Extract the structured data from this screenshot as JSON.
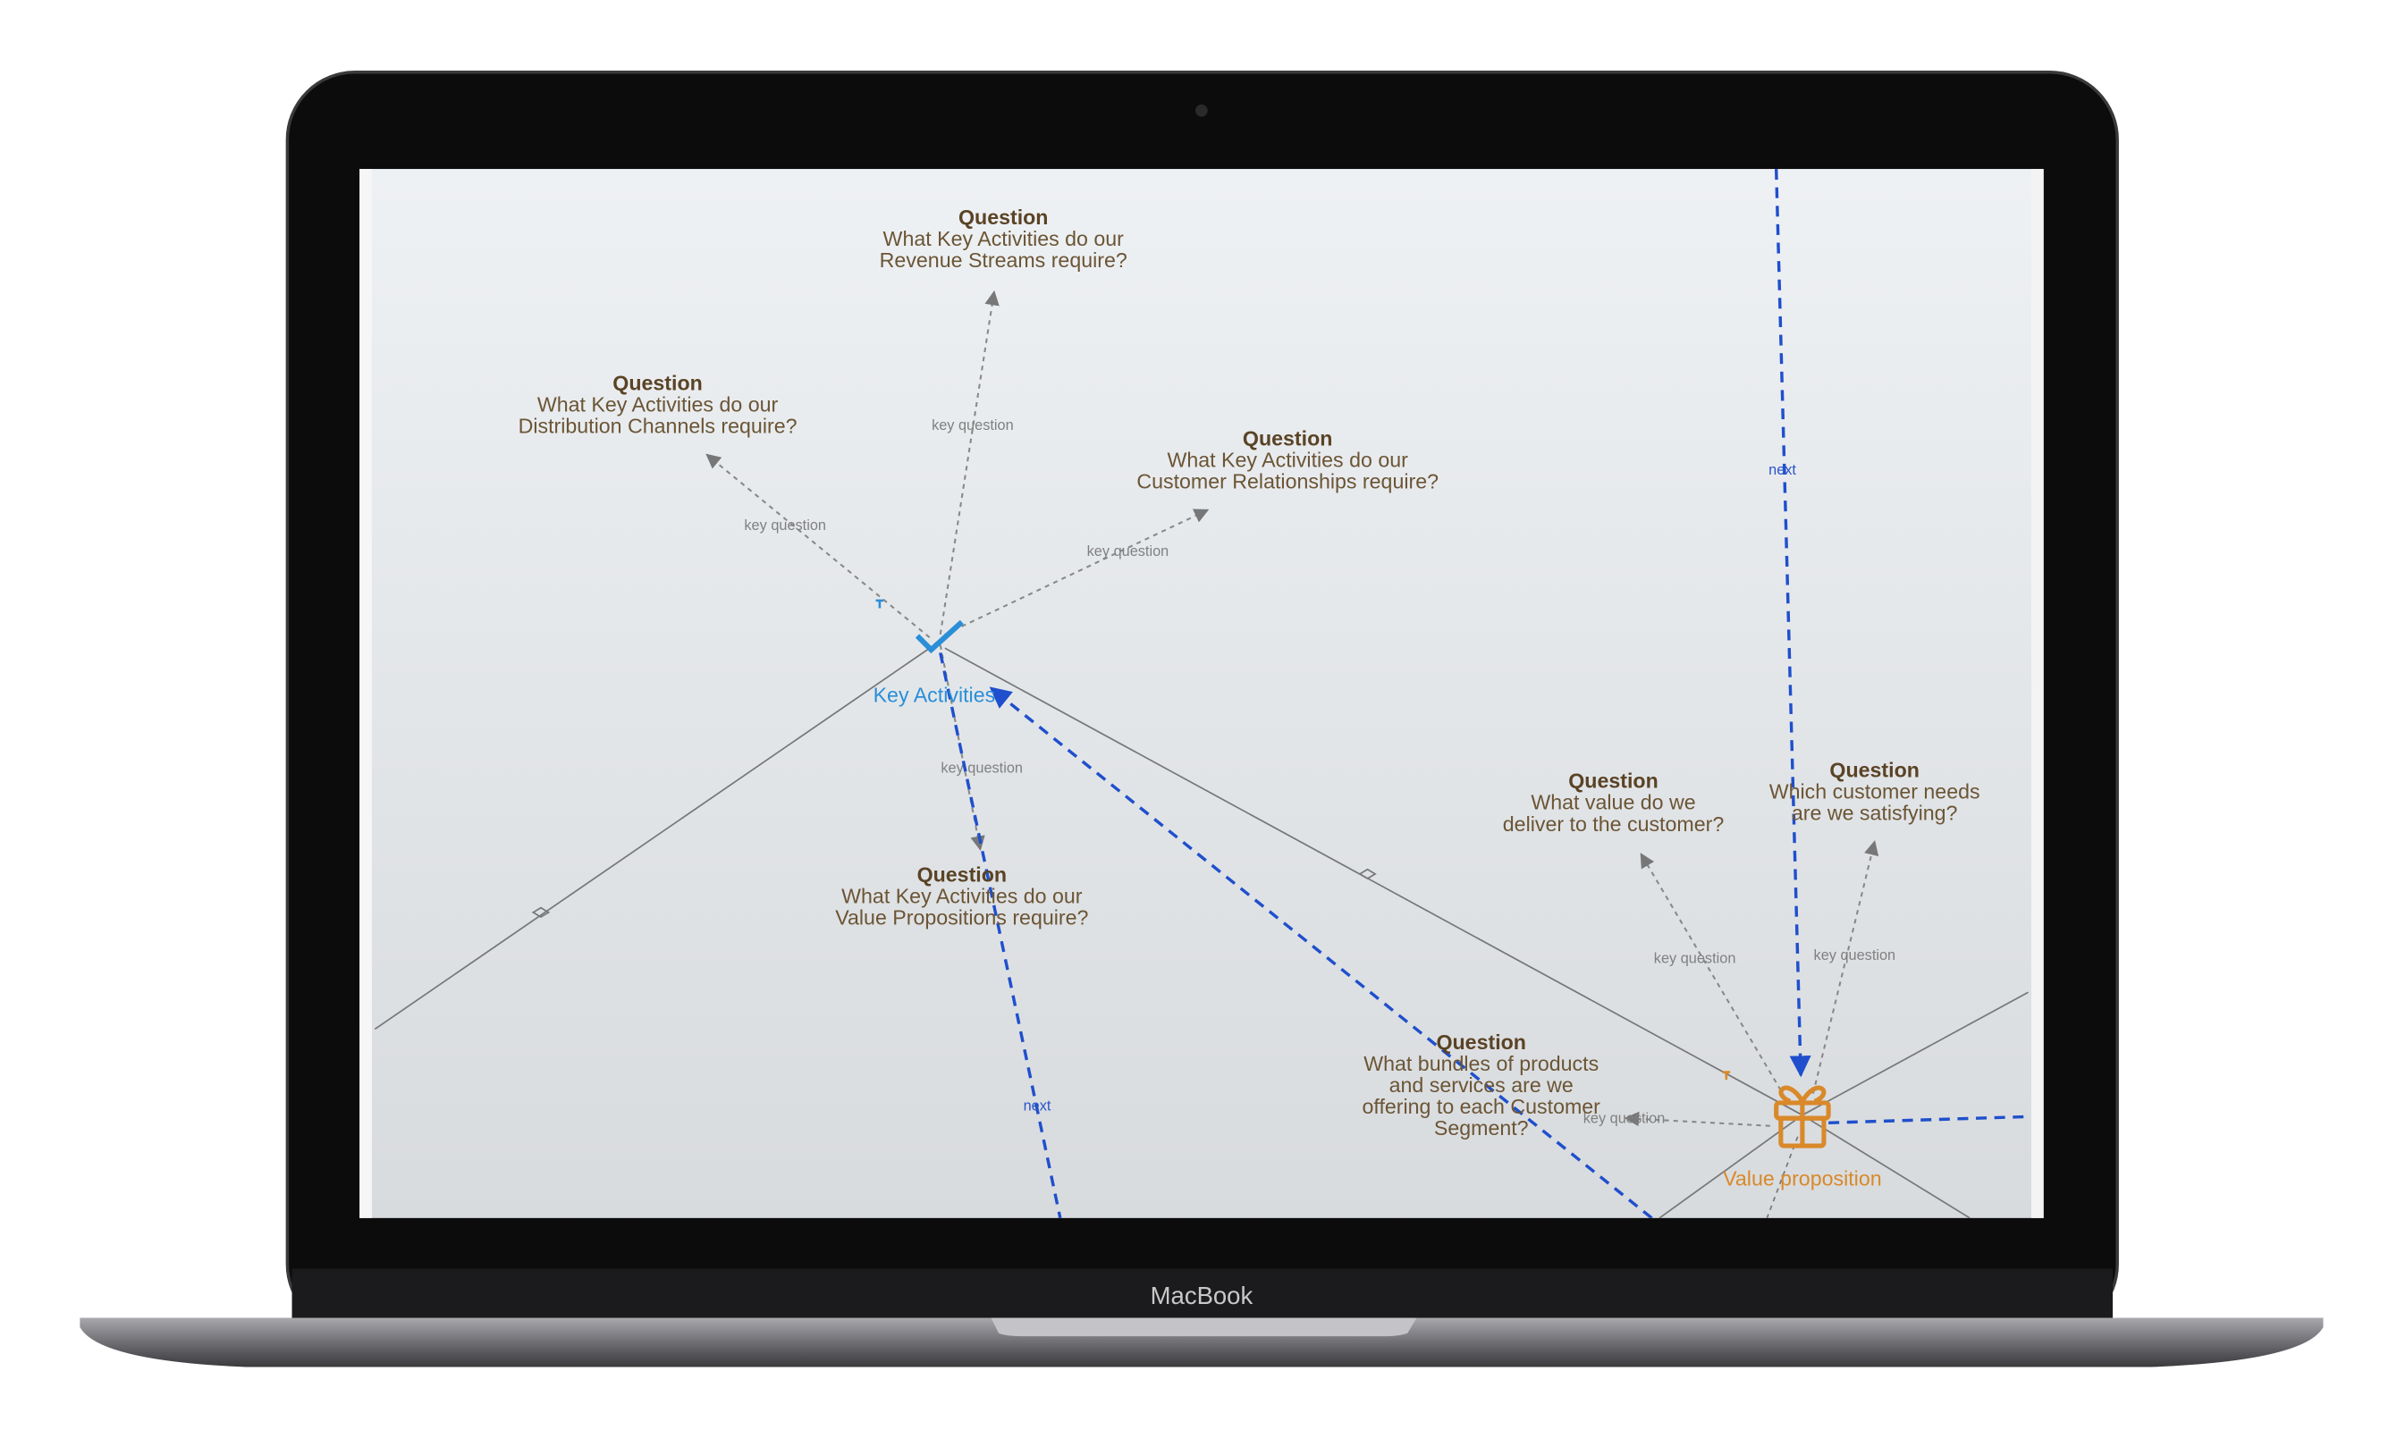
{
  "device": {
    "brand_label": "MacBook"
  },
  "colors": {
    "key_activities": "#2a8fd8",
    "value_proposition": "#d9892a",
    "next_edge": "#1f4fcc",
    "question_text": "#6b5535"
  },
  "nodes": {
    "key_activities": {
      "label": "Key Activities",
      "icon": "checkmark-icon"
    },
    "value_proposition": {
      "label": "Value proposition",
      "icon": "gift-icon"
    }
  },
  "questions": [
    {
      "title": "Question",
      "lines": [
        "What Key Activities do our",
        "Revenue Streams require?"
      ]
    },
    {
      "title": "Question",
      "lines": [
        "What Key Activities do our",
        "Distribution Channels require?"
      ]
    },
    {
      "title": "Question",
      "lines": [
        "What Key Activities do our",
        "Customer Relationships require?"
      ]
    },
    {
      "title": "Question",
      "lines": [
        "What Key Activities do our",
        "Value Propositions require?"
      ]
    },
    {
      "title": "Question",
      "lines": [
        "What value do we",
        "deliver to the customer?"
      ]
    },
    {
      "title": "Question",
      "lines": [
        "Which customer needs",
        "are we satisfying?"
      ]
    },
    {
      "title": "Question",
      "lines": [
        "What bundles of products",
        "and services are we",
        "offering to each Customer",
        "Segment?"
      ]
    }
  ],
  "edges": {
    "key_question": "key question",
    "next": "next"
  }
}
